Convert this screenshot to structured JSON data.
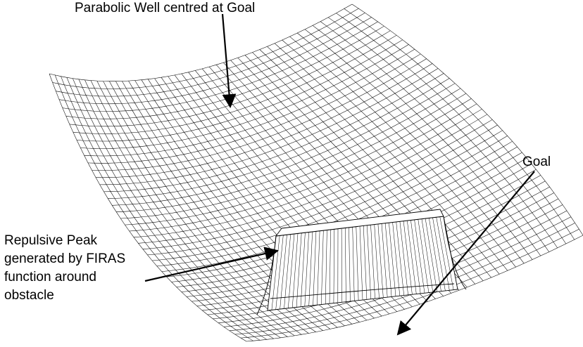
{
  "figure": {
    "annotations": {
      "well": "Parabolic Well centred at Goal",
      "goal": "Goal",
      "repulsive_lines": [
        "Repulsive Peak",
        "generated by FIRAS",
        "function around",
        "obstacle"
      ]
    },
    "colors": {
      "mesh": "#000000",
      "background": "#ffffff"
    }
  }
}
